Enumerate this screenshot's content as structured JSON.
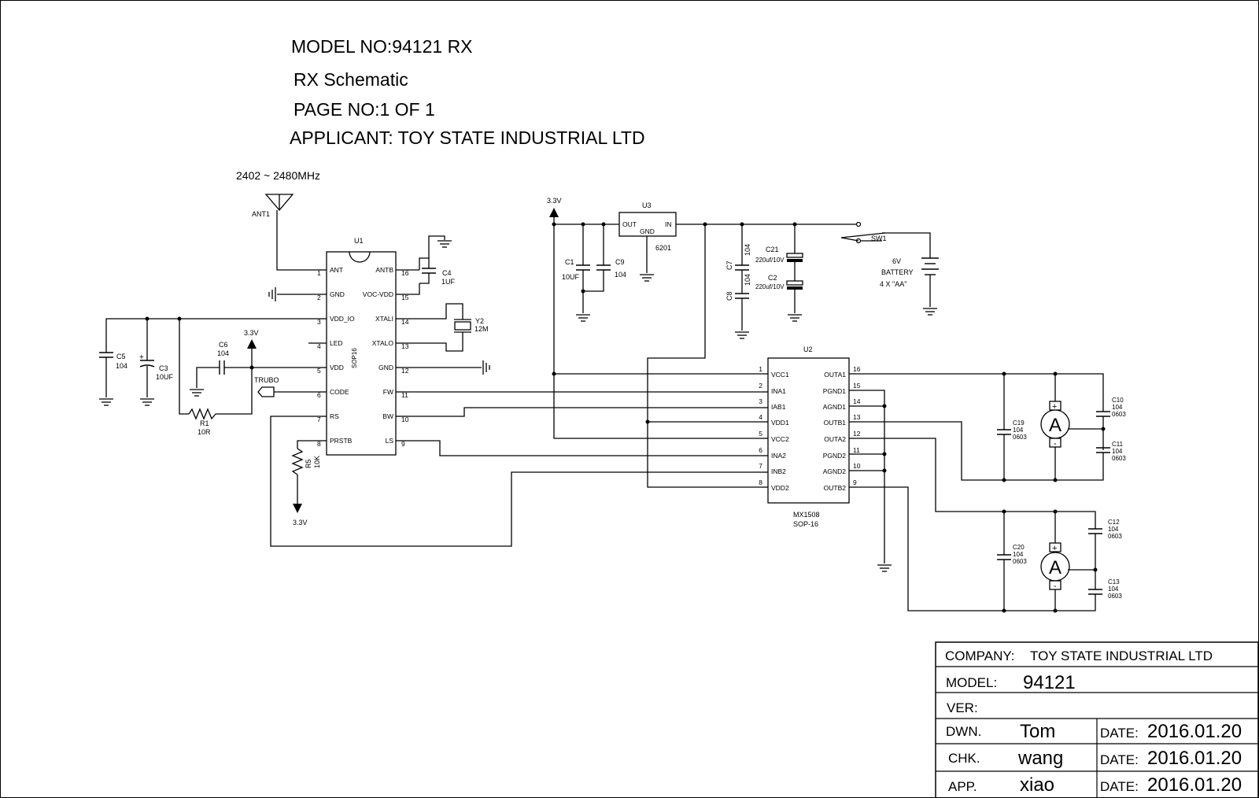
{
  "header": {
    "model": "MODEL NO:94121 RX",
    "title": "RX Schematic",
    "page": "PAGE NO:1 OF 1",
    "applicant": "APPLICANT: TOY STATE INDUSTRIAL LTD"
  },
  "antenna": {
    "freq": "2402 ~ 2480MHz",
    "ref": "ANT1"
  },
  "nets": {
    "v33": "3.3V"
  },
  "u1": {
    "ref": "U1",
    "package": "SOP16",
    "left_pins": [
      {
        "num": "1",
        "name": "ANT"
      },
      {
        "num": "2",
        "name": "GND"
      },
      {
        "num": "3",
        "name": "VDD_IO"
      },
      {
        "num": "4",
        "name": "LED"
      },
      {
        "num": "5",
        "name": "VDD"
      },
      {
        "num": "6",
        "name": "CODE"
      },
      {
        "num": "7",
        "name": "RS"
      },
      {
        "num": "8",
        "name": "PRSTB"
      }
    ],
    "right_pins": [
      {
        "num": "16",
        "name": "ANTB"
      },
      {
        "num": "15",
        "name": "VOC-VDD"
      },
      {
        "num": "14",
        "name": "XTALI"
      },
      {
        "num": "13",
        "name": "XTALO"
      },
      {
        "num": "12",
        "name": "GND"
      },
      {
        "num": "11",
        "name": "FW"
      },
      {
        "num": "10",
        "name": "BW"
      },
      {
        "num": "9",
        "name": "LS"
      }
    ]
  },
  "u2": {
    "ref": "U2",
    "part": "MX1508",
    "package": "SOP-16",
    "left_pins": [
      {
        "num": "1",
        "name": "VCC1"
      },
      {
        "num": "2",
        "name": "INA1"
      },
      {
        "num": "3",
        "name": "IAB1"
      },
      {
        "num": "4",
        "name": "VDD1"
      },
      {
        "num": "5",
        "name": "VCC2"
      },
      {
        "num": "6",
        "name": "INA2"
      },
      {
        "num": "7",
        "name": "INB2"
      },
      {
        "num": "8",
        "name": "VDD2"
      }
    ],
    "right_pins": [
      {
        "num": "16",
        "name": "OUTA1"
      },
      {
        "num": "15",
        "name": "PGND1"
      },
      {
        "num": "14",
        "name": "AGND1"
      },
      {
        "num": "13",
        "name": "OUTB1"
      },
      {
        "num": "12",
        "name": "OUTA2"
      },
      {
        "num": "11",
        "name": "PGND2"
      },
      {
        "num": "10",
        "name": "AGND2"
      },
      {
        "num": "9",
        "name": "OUTB2"
      }
    ]
  },
  "u3": {
    "ref": "U3",
    "out": "OUT",
    "in": "IN",
    "gnd": "GND",
    "part": "6201"
  },
  "components": {
    "c1": {
      "ref": "C1",
      "value": "10UF"
    },
    "c9": {
      "ref": "C9",
      "value": "104"
    },
    "c7": {
      "ref": "C7",
      "value": "104"
    },
    "c8": {
      "ref": "C8",
      "value": "104"
    },
    "c21": {
      "ref": "C21",
      "value": "220uf/10V"
    },
    "c2": {
      "ref": "C2",
      "value": "220uf/10V"
    },
    "c4": {
      "ref": "C4",
      "value": "1UF"
    },
    "c5": {
      "ref": "C5",
      "value": "104"
    },
    "c3": {
      "ref": "C3",
      "value": "10UF"
    },
    "c6": {
      "ref": "C6",
      "value": "104"
    },
    "r1": {
      "ref": "R1",
      "value": "10R"
    },
    "r5": {
      "ref": "R5",
      "value": "10K"
    },
    "y2": {
      "ref": "Y2",
      "value": "12M"
    },
    "trubo": "TRUBO",
    "sw1": "SW1",
    "battery": {
      "volt": "6V",
      "label": "BATTERY",
      "cells": "4 X \"AA\""
    },
    "c10": {
      "ref": "C10",
      "value": "104",
      "size": "0603"
    },
    "c11": {
      "ref": "C11",
      "value": "104",
      "size": "0603"
    },
    "c19": {
      "ref": "C19",
      "value": "104",
      "size": "0603"
    },
    "c12": {
      "ref": "C12",
      "value": "104",
      "size": "0603"
    },
    "c13": {
      "ref": "C13",
      "value": "104",
      "size": "0603"
    },
    "c20": {
      "ref": "C20",
      "value": "104",
      "size": "0603"
    },
    "motor_symbol": "A",
    "plus": "+",
    "minus": "-"
  },
  "title_block": {
    "company_label": "COMPANY:",
    "company": "TOY STATE INDUSTRIAL LTD",
    "model_label": "MODEL:",
    "model": "94121",
    "ver_label": "VER:",
    "dwn_label": "DWN.",
    "dwn": "Tom",
    "chk_label": "CHK.",
    "chk": "wang",
    "app_label": "APP.",
    "app": "xiao",
    "date_label": "DATE:",
    "date": "2016.01.20"
  }
}
